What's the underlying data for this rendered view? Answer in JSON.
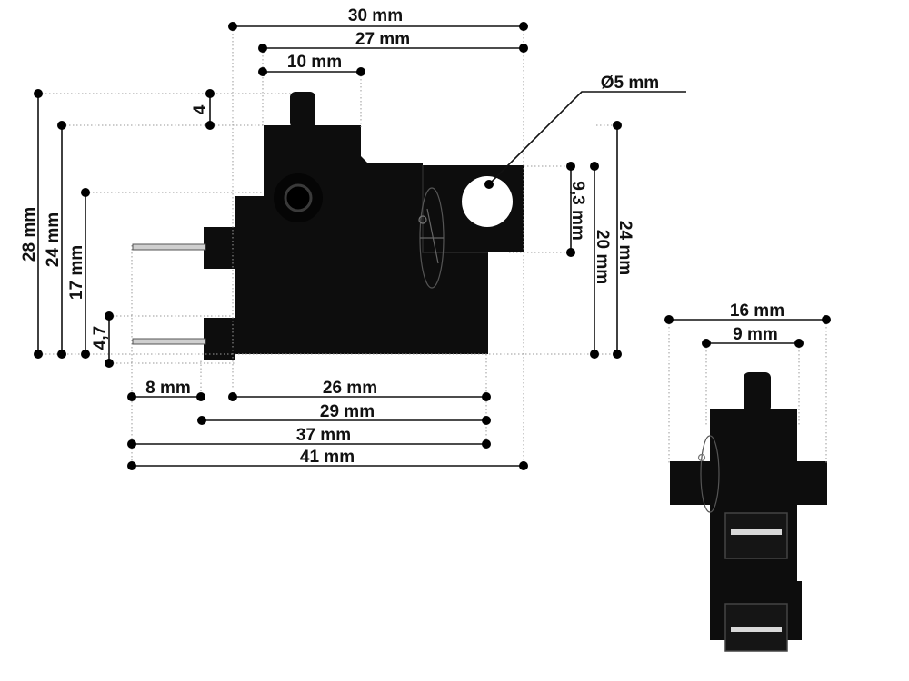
{
  "colors": {
    "part": "#0d0d0d",
    "line": "#111111",
    "background": "#ffffff"
  },
  "dimensions": {
    "top_30": "30 mm",
    "top_27": "27 mm",
    "top_10": "10 mm",
    "hole_dia": "Ø5 mm",
    "left_4": "4",
    "left_28": "28 mm",
    "left_24": "24 mm",
    "left_17": "17 mm",
    "left_4_7": "4,7",
    "right_9_3": "9,3 mm",
    "right_20": "20 mm",
    "right_24": "24 mm",
    "bottom_8": "8 mm",
    "bottom_26": "26 mm",
    "bottom_29": "29 mm",
    "bottom_37": "37 mm",
    "bottom_41": "41 mm",
    "side_16": "16 mm",
    "side_9": "9 mm"
  }
}
